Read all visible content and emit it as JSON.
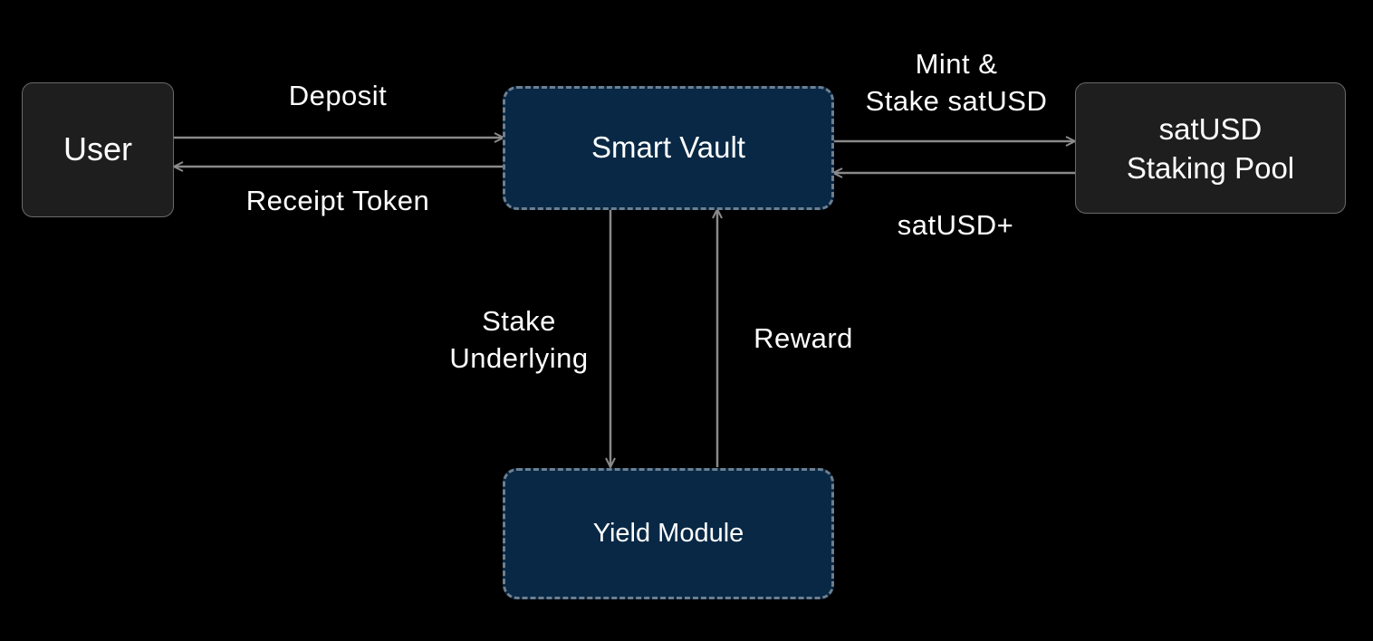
{
  "colors": {
    "background": "#000000",
    "solid_node_fill": "#1e1e1e",
    "solid_node_border": "#6a6a6a",
    "dashed_node_fill": "#082845",
    "dashed_node_border": "#6d7f90",
    "edge": "#8a8a8a",
    "text": "#ffffff"
  },
  "nodes": {
    "user": "User",
    "smart_vault": "Smart Vault",
    "staking_pool": "satUSD\nStaking Pool",
    "yield_module": "Yield Module"
  },
  "edges": {
    "deposit": "Deposit",
    "receipt_token": "Receipt Token",
    "mint_stake": "Mint &\nStake satUSD",
    "satusd_plus": "satUSD+",
    "stake_underlying": "Stake\nUnderlying",
    "reward": "Reward"
  }
}
